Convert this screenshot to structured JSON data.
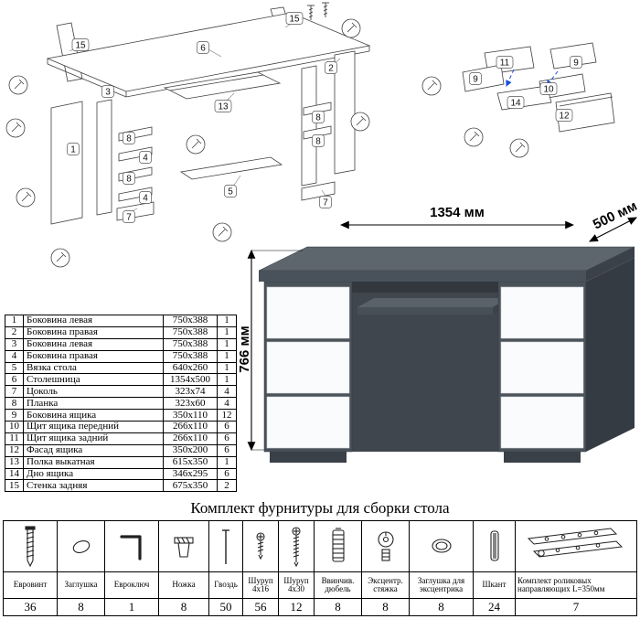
{
  "exploded_main": {
    "labels": [
      "15",
      "6",
      "15",
      "2",
      "1",
      "3",
      "8",
      "4",
      "8",
      "4",
      "7",
      "13",
      "5",
      "8",
      "8",
      "7"
    ]
  },
  "exploded_drawer": {
    "labels": [
      "11",
      "9",
      "9",
      "10",
      "14",
      "12"
    ]
  },
  "parts_table": {
    "rows": [
      {
        "num": "1",
        "name": "Боковина левая",
        "size": "750x388",
        "qty": "1"
      },
      {
        "num": "2",
        "name": "Боковина правая",
        "size": "750x388",
        "qty": "1"
      },
      {
        "num": "3",
        "name": "Боковина левая",
        "size": "750x388",
        "qty": "1"
      },
      {
        "num": "4",
        "name": "Боковина правая",
        "size": "750x388",
        "qty": "1"
      },
      {
        "num": "5",
        "name": "Вязка стола",
        "size": "640x260",
        "qty": "1"
      },
      {
        "num": "6",
        "name": "Столешница",
        "size": "1354x500",
        "qty": "1"
      },
      {
        "num": "7",
        "name": "Цоколь",
        "size": "323x74",
        "qty": "4"
      },
      {
        "num": "8",
        "name": "Планка",
        "size": "323x60",
        "qty": "4"
      },
      {
        "num": "9",
        "name": "Боковина ящика",
        "size": "350x110",
        "qty": "12"
      },
      {
        "num": "10",
        "name": "Щит ящика передний",
        "size": "266x110",
        "qty": "6"
      },
      {
        "num": "11",
        "name": "Щит ящика задний",
        "size": "266x110",
        "qty": "6"
      },
      {
        "num": "12",
        "name": "Фасад ящика",
        "size": "350x200",
        "qty": "6"
      },
      {
        "num": "13",
        "name": "Полка выкатная",
        "size": "615x350",
        "qty": "1"
      },
      {
        "num": "14",
        "name": "Дно ящика",
        "size": "346x295",
        "qty": "6"
      },
      {
        "num": "15",
        "name": "Стенка задняя",
        "size": "675x350",
        "qty": "2"
      }
    ]
  },
  "desk": {
    "width_label": "1354 мм",
    "depth_label": "500 мм",
    "height_label": "766 мм",
    "body_color": "#4a525a",
    "drawer_color": "#fafbfc"
  },
  "hardware": {
    "title": "Комплект фурнитуры для сборки стола",
    "items": [
      {
        "name": "Евровинт",
        "qty": "36",
        "icon": "euroscrew-icon"
      },
      {
        "name": "Заглушка",
        "qty": "8",
        "icon": "cap-icon"
      },
      {
        "name": "Евроключ",
        "qty": "1",
        "icon": "hexkey-icon"
      },
      {
        "name": "Ножка",
        "qty": "8",
        "icon": "foot-icon"
      },
      {
        "name": "Гвоздь",
        "qty": "50",
        "icon": "nail-icon"
      },
      {
        "name": "Шуруп 4x16",
        "qty": "56",
        "icon": "screw-short-icon"
      },
      {
        "name": "Шуруп 4x30",
        "qty": "12",
        "icon": "screw-long-icon"
      },
      {
        "name": "Ввинчив. дюбель",
        "qty": "8",
        "icon": "screwin-dowel-icon"
      },
      {
        "name": "Эксцентр. стяжка",
        "qty": "8",
        "icon": "cam-lock-icon"
      },
      {
        "name": "Заглушка для эксцентрика",
        "qty": "8",
        "icon": "cam-cap-icon"
      },
      {
        "name": "Шкант",
        "qty": "24",
        "icon": "dowel-icon"
      },
      {
        "name": "Комплект роликовых направляющих L=350мм",
        "qty": "7",
        "icon": "roller-guides-icon"
      }
    ]
  }
}
